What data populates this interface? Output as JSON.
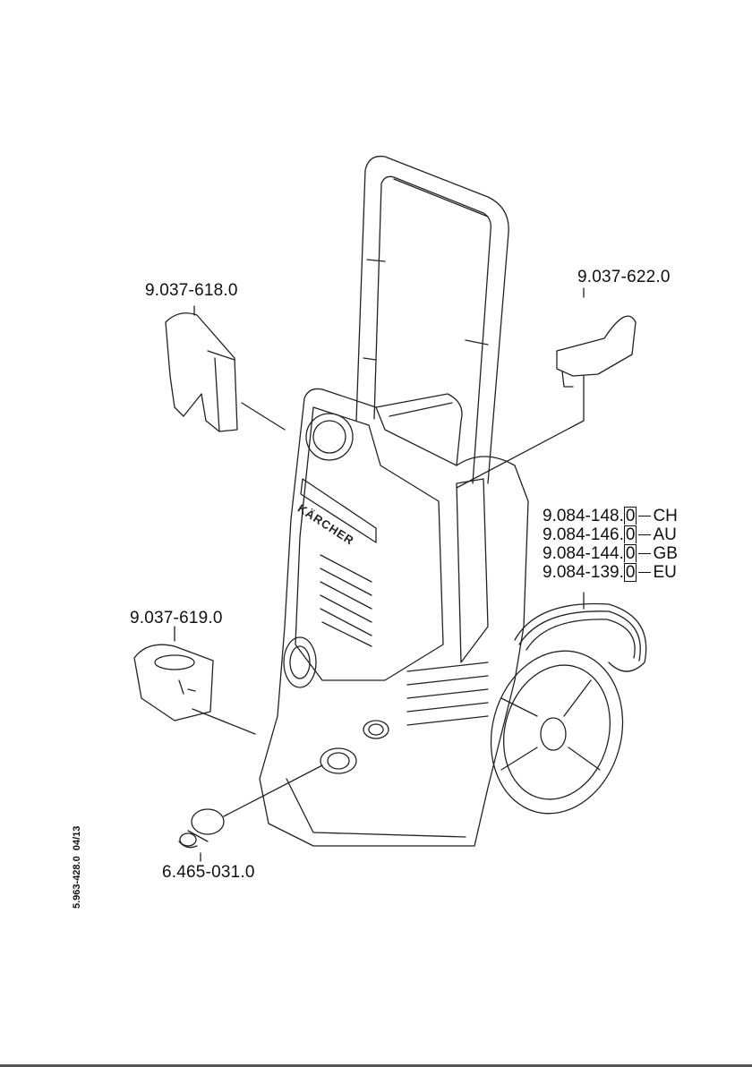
{
  "document": {
    "type": "exploded accessory/spare parts diagram",
    "brand_logo_text": "KÄRCHER",
    "doc_number": "5.963-428.0",
    "doc_date": "04/13"
  },
  "parts": [
    {
      "id": "holder-left",
      "part_number": "9.037-618.0"
    },
    {
      "id": "holder-right",
      "part_number": "9.037-622.0"
    },
    {
      "id": "cable-holder",
      "part_number": "9.037-619.0"
    },
    {
      "id": "coupling",
      "part_number": "6.465-031.0"
    }
  ],
  "power_cables": [
    {
      "part_number_base": "9.084-148.",
      "variant_digit": "0",
      "region": "CH"
    },
    {
      "part_number_base": "9.084-146.",
      "variant_digit": "0",
      "region": "AU"
    },
    {
      "part_number_base": "9.084-144.",
      "variant_digit": "0",
      "region": "GB"
    },
    {
      "part_number_base": "9.084-139.",
      "variant_digit": "0",
      "region": "EU"
    }
  ]
}
